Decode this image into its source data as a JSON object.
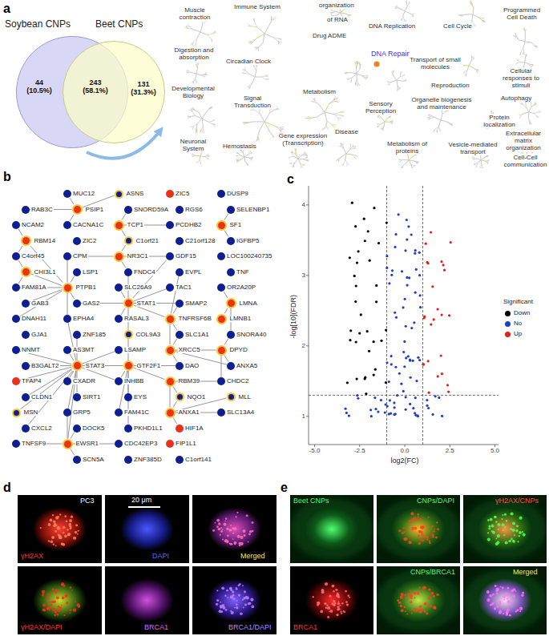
{
  "diagram": {
    "nodes": [
      {
        "text": [
          "Soybean CNPs",
          "44 (10.5%)"
        ]
      },
      {
        "text": [
          "Beet CNPs",
          "131 (31.3%)"
        ]
      },
      {
        "text": [
          "MUC12"
        ]
      },
      {
        "text": [
          "ASNS"
        ]
      },
      {
        "text": [
          "ZIC5"
        ]
      },
      {
        "text": [
          "DUSP9"
        ]
      },
      {
        "text": [
          "RAB3C"
        ]
      },
      {
        "text": [
          "PSIP1"
        ]
      },
      {
        "text": [
          "SNORD59A"
        ]
      },
      {
        "text": [
          "RGS6"
        ]
      },
      {
        "text": [
          "SELENBP1"
        ]
      },
      {
        "text": [
          "NCAM2"
        ]
      },
      {
        "text": [
          "CACNA1C"
        ]
      },
      {
        "text": [
          "TCP1"
        ]
      },
      {
        "text": [
          "PCDHB2"
        ]
      },
      {
        "text": [
          "SF1"
        ]
      },
      {
        "text": [
          "RBM14"
        ]
      },
      {
        "text": [
          "ZIC2"
        ]
      },
      {
        "text": [
          "C1orf21"
        ]
      },
      {
        "text": [
          "C21orf128"
        ]
      },
      {
        "text": [
          "IGFBP5"
        ]
      },
      {
        "text": [
          "C4orf45"
        ]
      },
      {
        "text": [
          "CPM"
        ]
      },
      {
        "text": [
          "NR3C1"
        ]
      },
      {
        "text": [
          "GDF15"
        ]
      },
      {
        "text": [
          "LOC100240735"
        ]
      },
      {
        "text": [
          "CHI3L1"
        ]
      },
      {
        "text": [
          "LSP1"
        ]
      },
      {
        "text": [
          "FNDC4"
        ]
      },
      {
        "text": [
          "EVPL"
        ]
      },
      {
        "text": [
          "TNF"
        ]
      },
      {
        "text": [
          "FAM81A"
        ]
      },
      {
        "text": [
          "PTPB1"
        ]
      },
      {
        "text": [
          "SLC26A9"
        ]
      },
      {
        "text": [
          "TAC1"
        ]
      },
      {
        "text": [
          "OR2A20P"
        ]
      },
      {
        "text": [
          "GAB3"
        ]
      },
      {
        "text": [
          "GAS2"
        ]
      },
      {
        "text": [
          "STAT1"
        ]
      },
      {
        "text": [
          "SMAP2"
        ]
      },
      {
        "text": [
          "LMNA"
        ]
      },
      {
        "text": [
          "DNAH11"
        ]
      },
      {
        "text": [
          "EPHA4"
        ]
      },
      {
        "text": [
          "RASAL3"
        ]
      },
      {
        "text": [
          "TNFRSF6B"
        ]
      },
      {
        "text": [
          "LMNB1"
        ]
      },
      {
        "text": [
          "GJA1"
        ]
      },
      {
        "text": [
          "ZNF185"
        ]
      },
      {
        "text": [
          "COL9A3"
        ]
      },
      {
        "text": [
          "SLC1A1"
        ]
      },
      {
        "text": [
          "SNORA40"
        ]
      },
      {
        "text": [
          "NNMT"
        ]
      },
      {
        "text": [
          "AS3MT"
        ]
      },
      {
        "text": [
          "LSAMP"
        ]
      },
      {
        "text": [
          "XRCC5"
        ]
      },
      {
        "text": [
          "DPYD"
        ]
      },
      {
        "text": [
          "B3GALT2"
        ]
      },
      {
        "text": [
          "STAT3"
        ]
      },
      {
        "text": [
          "GTF2F1"
        ]
      },
      {
        "text": [
          "DAO"
        ]
      },
      {
        "text": [
          "ANXA5"
        ]
      },
      {
        "text": [
          "TFAP4"
        ]
      },
      {
        "text": [
          "CXADR"
        ]
      },
      {
        "text": [
          "INHBB"
        ]
      },
      {
        "text": [
          "RBM39"
        ]
      },
      {
        "text": [
          "CHDC2"
        ]
      },
      {
        "text": [
          "CLDN1"
        ]
      },
      {
        "text": [
          "SIRT1"
        ]
      },
      {
        "text": [
          "EYS"
        ]
      },
      {
        "text": [
          "NQO1"
        ]
      },
      {
        "text": [
          "MLL"
        ]
      },
      {
        "text": [
          "MSN"
        ]
      },
      {
        "text": [
          "GRP5"
        ]
      },
      {
        "text": [
          "FAM41C"
        ]
      },
      {
        "text": [
          "ANXA1"
        ]
      },
      {
        "text": [
          "SLC13A4"
        ]
      },
      {
        "text": [
          "CXCL2"
        ]
      },
      {
        "text": [
          "DOCK5"
        ]
      },
      {
        "text": [
          "PKHD1L1"
        ]
      },
      {
        "text": [
          "HIF1A"
        ]
      },
      {
        "text": [
          "TNFSF9"
        ]
      },
      {
        "text": [
          "EWSR1"
        ]
      },
      {
        "text": [
          "CDC42EP3"
        ]
      },
      {
        "text": [
          "FIP1L1"
        ]
      },
      {
        "text": [
          "SCN5A"
        ]
      },
      {
        "text": [
          "ZNF385D"
        ]
      },
      {
        "text": [
          "C1orf141"
        ]
      }
    ],
    "edges": [
      {
        "from": 57,
        "to": 51,
        "arrow": "none"
      },
      {
        "from": 57,
        "to": 52,
        "arrow": "none"
      },
      {
        "from": 57,
        "to": 56,
        "arrow": "none"
      },
      {
        "from": 57,
        "to": 61,
        "arrow": "none"
      },
      {
        "from": 57,
        "to": 62,
        "arrow": "none"
      },
      {
        "from": 57,
        "to": 66,
        "arrow": "none"
      },
      {
        "from": 57,
        "to": 67,
        "arrow": "none"
      },
      {
        "from": 57,
        "to": 71,
        "arrow": "none"
      },
      {
        "from": 57,
        "to": 72,
        "arrow": "none"
      },
      {
        "from": 57,
        "to": 76,
        "arrow": "none"
      },
      {
        "from": 57,
        "to": 42,
        "arrow": "none"
      },
      {
        "from": 57,
        "to": 47,
        "arrow": "none"
      },
      {
        "from": 57,
        "to": 53,
        "arrow": "none"
      },
      {
        "from": 57,
        "to": 63,
        "arrow": "none"
      },
      {
        "from": 57,
        "to": 58,
        "arrow": "none"
      },
      {
        "from": 57,
        "to": 81,
        "arrow": "none"
      },
      {
        "from": 38,
        "to": 33,
        "arrow": "none"
      },
      {
        "from": 38,
        "to": 37,
        "arrow": "none"
      },
      {
        "from": 38,
        "to": 43,
        "arrow": "none"
      },
      {
        "from": 38,
        "to": 39,
        "arrow": "none"
      },
      {
        "from": 38,
        "to": 28,
        "arrow": "none"
      },
      {
        "from": 38,
        "to": 34,
        "arrow": "none"
      },
      {
        "from": 38,
        "to": 48,
        "arrow": "none"
      },
      {
        "from": 38,
        "to": 44,
        "arrow": "none"
      },
      {
        "from": 38,
        "to": 24,
        "arrow": "none"
      },
      {
        "from": 32,
        "to": 26,
        "arrow": "none"
      },
      {
        "from": 32,
        "to": 27,
        "arrow": "none"
      },
      {
        "from": 32,
        "to": 31,
        "arrow": "none"
      },
      {
        "from": 32,
        "to": 36,
        "arrow": "none"
      },
      {
        "from": 32,
        "to": 41,
        "arrow": "none"
      },
      {
        "from": 32,
        "to": 22,
        "arrow": "none"
      },
      {
        "from": 32,
        "to": 37,
        "arrow": "none"
      },
      {
        "from": 32,
        "to": 16,
        "arrow": "none"
      },
      {
        "from": 32,
        "to": 42,
        "arrow": "none"
      },
      {
        "from": 58,
        "to": 63,
        "arrow": "none"
      },
      {
        "from": 58,
        "to": 68,
        "arrow": "none"
      },
      {
        "from": 58,
        "to": 73,
        "arrow": "none"
      },
      {
        "from": 58,
        "to": 59,
        "arrow": "none"
      },
      {
        "from": 58,
        "to": 64,
        "arrow": "none"
      },
      {
        "from": 58,
        "to": 78,
        "arrow": "none"
      },
      {
        "from": 58,
        "to": 48,
        "arrow": "none"
      },
      {
        "from": 44,
        "to": 39,
        "arrow": "none"
      },
      {
        "from": 44,
        "to": 49,
        "arrow": "none"
      },
      {
        "from": 44,
        "to": 54,
        "arrow": "none"
      },
      {
        "from": 44,
        "to": 29,
        "arrow": "none"
      },
      {
        "from": 55,
        "to": 50,
        "arrow": "none"
      },
      {
        "from": 55,
        "to": 60,
        "arrow": "none"
      },
      {
        "from": 55,
        "to": 65,
        "arrow": "none"
      },
      {
        "from": 55,
        "to": 54,
        "arrow": "none"
      },
      {
        "from": 74,
        "to": 69,
        "arrow": "none"
      },
      {
        "from": 74,
        "to": 70,
        "arrow": "none"
      },
      {
        "from": 74,
        "to": 75,
        "arrow": "none"
      },
      {
        "from": 74,
        "to": 79,
        "arrow": "none"
      },
      {
        "from": 74,
        "to": 64,
        "arrow": "none"
      },
      {
        "from": 81,
        "to": 77,
        "arrow": "none"
      },
      {
        "from": 81,
        "to": 80,
        "arrow": "none"
      },
      {
        "from": 81,
        "to": 82,
        "arrow": "none"
      },
      {
        "from": 81,
        "to": 84,
        "arrow": "none"
      },
      {
        "from": 81,
        "to": 72,
        "arrow": "none"
      },
      {
        "from": 23,
        "to": 18,
        "arrow": "none"
      },
      {
        "from": 23,
        "to": 24,
        "arrow": "none"
      },
      {
        "from": 23,
        "to": 28,
        "arrow": "none"
      },
      {
        "from": 23,
        "to": 22,
        "arrow": "none"
      },
      {
        "from": 13,
        "to": 8,
        "arrow": "none"
      },
      {
        "from": 13,
        "to": 14,
        "arrow": "none"
      },
      {
        "from": 13,
        "to": 18,
        "arrow": "none"
      },
      {
        "from": 7,
        "to": 2,
        "arrow": "none"
      },
      {
        "from": 7,
        "to": 3,
        "arrow": "none"
      },
      {
        "from": 7,
        "to": 6,
        "arrow": "none"
      },
      {
        "from": 7,
        "to": 12,
        "arrow": "none"
      },
      {
        "from": 15,
        "to": 10,
        "arrow": "none"
      },
      {
        "from": 15,
        "to": 20,
        "arrow": "none"
      },
      {
        "from": 26,
        "to": 21,
        "arrow": "none"
      },
      {
        "from": 26,
        "to": 31,
        "arrow": "none"
      },
      {
        "from": 16,
        "to": 11,
        "arrow": "none"
      },
      {
        "from": 16,
        "to": 21,
        "arrow": "none"
      },
      {
        "from": 40,
        "to": 35,
        "arrow": "none"
      },
      {
        "from": 40,
        "to": 45,
        "arrow": "none"
      },
      {
        "from": 40,
        "to": 50,
        "arrow": "none"
      },
      {
        "from": 64,
        "to": 65,
        "arrow": "none"
      },
      {
        "from": 64,
        "to": 69,
        "arrow": "none"
      },
      {
        "from": 54,
        "to": 59,
        "arrow": "none"
      },
      {
        "from": 54,
        "to": 60,
        "arrow": "none"
      },
      {
        "from": 54,
        "to": 49,
        "arrow": "none"
      }
    ],
    "labels": [
      "a",
      "243 (58.1%)",
      "Muscle contraction",
      "Immune System",
      "organization",
      "of RNA",
      "Drug ADME",
      "DNA Replication",
      "Cell Cycle",
      "Programmed Cell Death",
      "Digestion and absorption",
      "Circadian Clock",
      "DNA Repair",
      "Transport of small molecules",
      "Reproduction",
      "Cellular responses to stimuli",
      "Developmental Biology",
      "Signal Transduction",
      "Metabolism",
      "Sensory Perception",
      "Organelle biogenesis and maintenance",
      "Autophagy",
      "Protein localization",
      "Extracellular matrix organization",
      "Neuronal System",
      "Hemostasis",
      "Gene expression (Transcription)",
      "Disease",
      "Metabolism of proteins",
      "Vesicle-mediated transport",
      "Cell-Cell communication",
      "b",
      "c",
      "-log[10](FDR)",
      "log2(FC)",
      "-5.0",
      "-2.5",
      "0.0",
      "2.5",
      "5.0",
      "1",
      "2",
      "3",
      "4",
      "Significant",
      "d",
      "PC3",
      "20 μm",
      "γH2AX",
      "DAPI",
      "Merged",
      "γH2AX/DAPI",
      "BRCA1",
      "BRCA1/DAPI",
      "e",
      "Beet CNPs",
      "CNPs/DAPI",
      "γH2AX/CNPs",
      "BRCA1",
      "CNPs/BRCA1",
      "Merged"
    ],
    "legend": [
      {
        "text": "Down",
        "color": "#000000"
      },
      {
        "text": "No",
        "color": "#2040c0"
      },
      {
        "text": "Up",
        "color": "#e0201b"
      }
    ]
  }
}
